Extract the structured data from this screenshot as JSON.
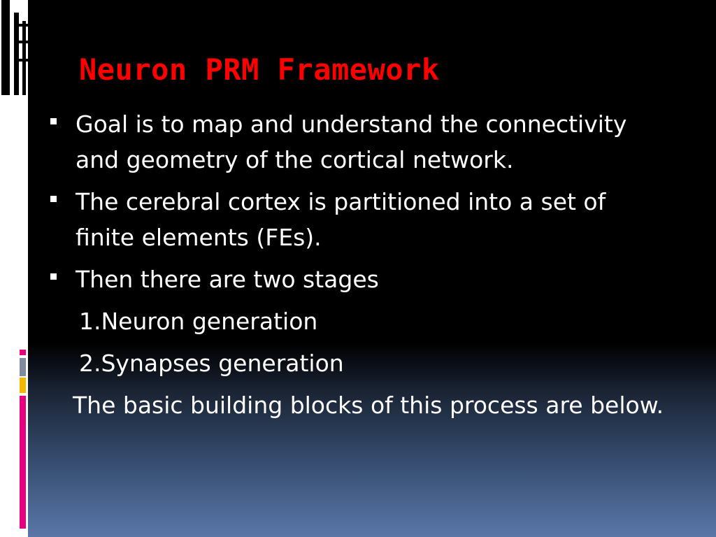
{
  "slide": {
    "title": "Neuron PRM Framework",
    "bullets": [
      "Goal is to map and understand the connectivity and geometry of the cortical network.",
      "The cerebral cortex is partitioned into a set of finite elements (FEs).",
      "Then there are two stages"
    ],
    "steps": [
      "1.Neuron generation",
      "2.Synapses generation"
    ],
    "closing": "The basic building blocks of this process are below."
  },
  "colors": {
    "title": "#ff0000",
    "text": "#ffffff",
    "background_top": "#000000",
    "background_bottom": "#5a77a7",
    "accent_pink": "#e6007e",
    "accent_yellow": "#f5b800",
    "accent_gray": "#7f8ca0"
  }
}
